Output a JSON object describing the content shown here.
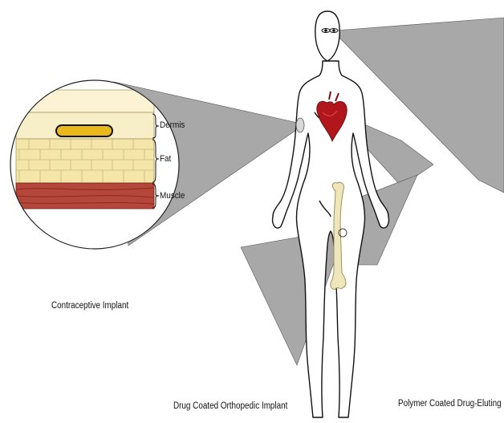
{
  "captions": {
    "contraceptive": "Contraceptive Implant",
    "orthopedic": "Drug Coated Orthopedic Implant",
    "stent": "Polymer Coated Drug-Eluting S"
  },
  "skin_layers": {
    "dermis": "Dermis",
    "fat": "Fat",
    "muscle": "Muscle"
  },
  "colors": {
    "callout_cone": "#a8a8a8",
    "dermis": "#f7efc8",
    "fat": "#f3e6a8",
    "muscle": "#b5473a",
    "implant": "#e9b81c",
    "heart": "#b0161c",
    "vessel": "#b01218",
    "bone": "#ece3b4",
    "screw": "#9a9a9a"
  },
  "icons": {
    "heart": "heart-icon",
    "eye": "eye-icon",
    "bone": "femur-bone-icon",
    "screw": "bone-screw-icon",
    "stent": "stent-mesh-icon"
  }
}
